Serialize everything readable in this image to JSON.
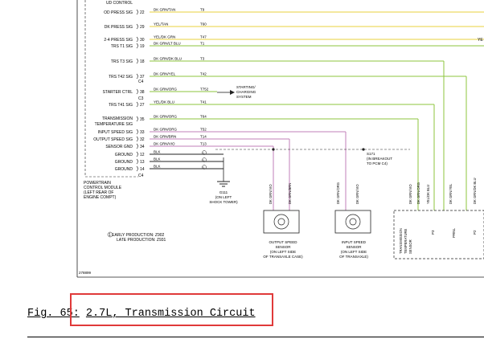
{
  "figure": {
    "prefix": "Fig. 65:",
    "title": "2.7L, Transmission Circuit",
    "number": "278899"
  },
  "colors": {
    "highlight": "#e03a3a",
    "yellow": "#e8d23c",
    "green": "#8cc63e",
    "blue": "#4a9ad8",
    "pink": "#c27fb8",
    "tan": "#d6b98a",
    "black": "#222222"
  },
  "module": {
    "name_lines": [
      "POWERTRAIN",
      "CONTROL MODULE",
      "(LEFT REAR OF",
      "ENGINE COMPT)"
    ],
    "connector_c4": "C4",
    "connector_c3": "C3"
  },
  "pins": [
    {
      "label": "UD CONTROL",
      "pin": "",
      "wire": "",
      "circuit": ""
    },
    {
      "label": "OD PRESS SIG",
      "pin": "22",
      "wire": "DK GRN/TAN",
      "circuit": "T9"
    },
    {
      "label": "DK PRESS SIG",
      "pin": "29",
      "wire": "YEL/TAN",
      "circuit": "T60"
    },
    {
      "label": "2-4 PRESS SIG",
      "pin": "30",
      "wire": "YEL/DK GRN",
      "circuit": "T47"
    },
    {
      "label": "TRS T1 SIG",
      "pin": "19",
      "wire": "DK GRN/LT BLU",
      "circuit": "T1"
    },
    {
      "label": "TRS T3 SIG",
      "pin": "18",
      "wire": "DK GRN/DK BLU",
      "circuit": "T3"
    },
    {
      "label": "TRS T42 SIG",
      "pin": "37",
      "wire": "DK GRN/YEL",
      "circuit": "T42"
    },
    {
      "label": "STARTER CTRL",
      "pin": "38",
      "wire": "DK GRN/ORG",
      "circuit": "T752"
    },
    {
      "label": "TRS T41 SIG",
      "pin": "27",
      "wire": "YEL/DK BLU",
      "circuit": "T41"
    },
    {
      "label": "TRANSMISSION",
      "pin": "35",
      "wire": "DK GRN/ORG",
      "circuit": "T64"
    },
    {
      "label": "INPUT SPEED SIG",
      "pin": "33",
      "wire": "DK GRN/ORG",
      "circuit": "T52"
    },
    {
      "label": "OUTPUT SPEED SIG",
      "pin": "32",
      "wire": "DK GRN/BRN",
      "circuit": "T14"
    },
    {
      "label": "SENSOR GND",
      "pin": "34",
      "wire": "DK GRN/VIO",
      "circuit": "T13"
    },
    {
      "label": "GROUND",
      "pin": "12",
      "wire": "BLK",
      "circuit": "1"
    },
    {
      "label": "GROUND",
      "pin": "13",
      "wire": "BLK",
      "circuit": "1"
    },
    {
      "label": "GROUND",
      "pin": "14",
      "wire": "BLK",
      "circuit": "1"
    }
  ],
  "temp_sig_line2": "TEMPERATURE SIG",
  "starter_note": [
    "STARTING/",
    "CHARGING",
    "SYSTEM"
  ],
  "ground_g111": [
    "G111",
    "(ON LEFT",
    "SHOCK TOWER)"
  ],
  "splice_s171": [
    "S171",
    "(IN BREAKOUT",
    "TO PCM C4)"
  ],
  "production_note": [
    "1  EARLY PRODUCTION: Z902",
    "LATE PRODUCTION: Z931"
  ],
  "output_sensor": [
    "OUTPUT SPEED",
    "SENSOR",
    "(ON LEFT SIDE",
    "OF TRANSAXLE CASE)"
  ],
  "input_sensor": [
    "INPUT SPEED",
    "SENSOR",
    "(ON LEFT SIDE",
    "OF TRANSAXLE)"
  ],
  "vertical_wires": [
    "DK GRN/VIO",
    "DK GRN/BRN",
    "DK GRN/ORG",
    "DK GRN/VIO",
    "DK GRN/VIO",
    "DK GRN/ORG",
    "YEL/DK BLU",
    "DK GRN/YEL",
    "DK GRN/DK BLU"
  ],
  "trs_label": [
    "TRANSMISSION",
    "TEMPERATURE",
    "SENSOR"
  ],
  "right_edge_label": "YE",
  "switch_labels": [
    "P3",
    "PRNL",
    "P2"
  ]
}
